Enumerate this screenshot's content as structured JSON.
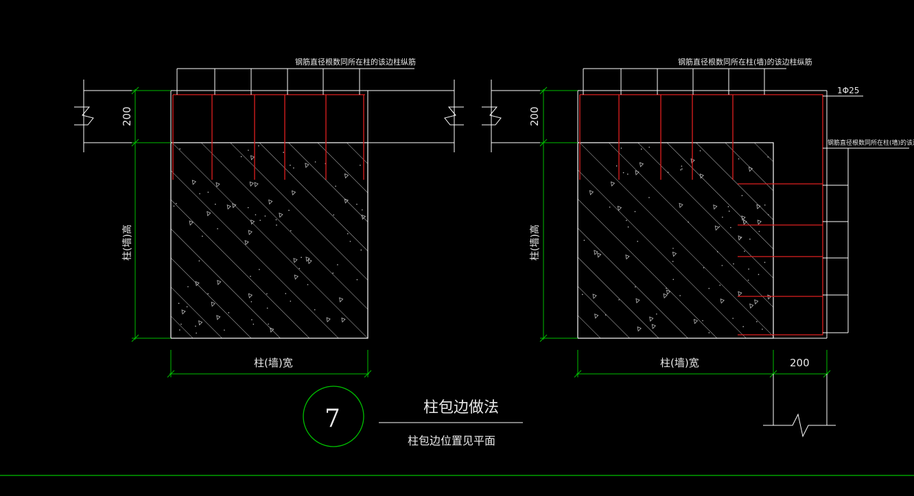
{
  "colors": {
    "background": "#000000",
    "line": "#ffffff",
    "dimension": "#00c000",
    "rebar": "#e02020",
    "text": "#e8e8e8",
    "circle": "#00c000"
  },
  "left_detail": {
    "leader_note": "钢筋直径根数同所在柱的该边柱纵筋",
    "dim_height": "200",
    "dim_column_height": "柱(墙)高",
    "dim_column_width": "柱(墙)宽"
  },
  "right_detail": {
    "leader_note_top": "钢筋直径根数同所在柱(墙)的该边柱纵筋",
    "corner_bar": "1Φ25",
    "leader_note_side": "钢筋直径根数同所在柱(墙)的该边柱纵筋",
    "dim_height": "200",
    "dim_column_height": "柱(墙)高",
    "dim_column_width": "柱(墙)宽",
    "dim_side": "200"
  },
  "title_block": {
    "detail_number": "7",
    "title": "柱包边做法",
    "subtitle": "柱包边位置见平面"
  }
}
